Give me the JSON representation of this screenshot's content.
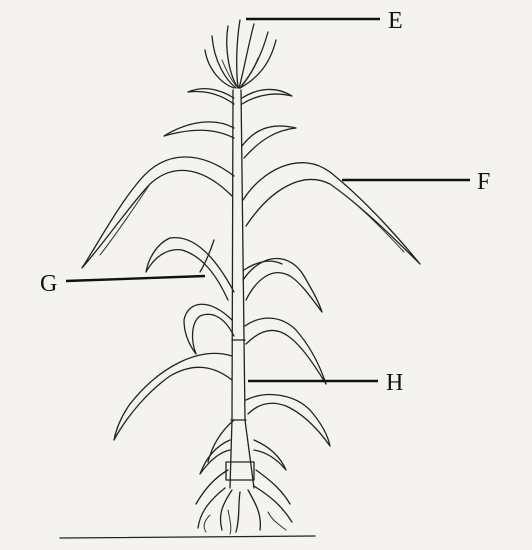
{
  "diagram": {
    "labels": [
      {
        "id": "E",
        "text": "E"
      },
      {
        "id": "F",
        "text": "F"
      },
      {
        "id": "G",
        "text": "G"
      },
      {
        "id": "H",
        "text": "H"
      }
    ]
  }
}
